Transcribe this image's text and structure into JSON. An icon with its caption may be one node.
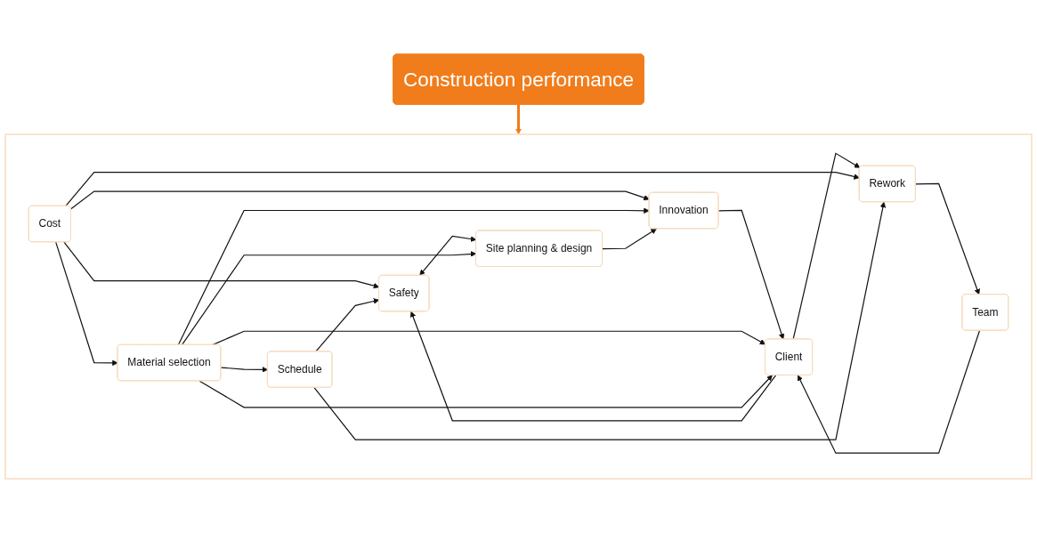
{
  "diagram": {
    "nodes": [
      {
        "text": [
          "Construction performance"
        ]
      },
      {
        "text": [],
        "shape": "box"
      },
      {
        "text": [
          "Safety"
        ],
        "in": 1
      },
      {
        "text": [
          "Client"
        ],
        "in": 1
      },
      {
        "text": [
          "Rework"
        ],
        "in": 1
      },
      {
        "text": [
          "Site planning & design"
        ],
        "in": 1
      },
      {
        "text": [
          "Material selection"
        ],
        "in": 1
      },
      {
        "text": [
          "Cost"
        ],
        "in": 1
      },
      {
        "text": [
          "Innovation"
        ],
        "in": 1
      },
      {
        "text": [
          "Team"
        ],
        "in": 1
      },
      {
        "text": [
          "Schedule"
        ],
        "in": 1
      }
    ],
    "edges": [
      {
        "from": 0,
        "to": 1,
        "arrow": "to",
        "style": "thick",
        "color": "#f07c1b"
      },
      {
        "from": 3,
        "to": 2,
        "arrow": "to"
      },
      {
        "from": 3,
        "to": 4,
        "arrow": "to"
      },
      {
        "from": 8,
        "to": 3,
        "arrow": "to"
      },
      {
        "from": 2,
        "to": 5,
        "arrow": "both"
      },
      {
        "from": 7,
        "to": 2,
        "arrow": "to"
      },
      {
        "from": 7,
        "to": 4,
        "arrow": "to"
      },
      {
        "from": 7,
        "to": 6,
        "arrow": "to"
      },
      {
        "from": 7,
        "to": 8,
        "arrow": "to"
      },
      {
        "from": 9,
        "to": 3,
        "arrow": "to"
      },
      {
        "from": 6,
        "to": 3,
        "arrow": "to"
      },
      {
        "from": 6,
        "to": 3,
        "arrow": "to"
      },
      {
        "from": 4,
        "to": 9,
        "arrow": "to"
      },
      {
        "from": 6,
        "to": 5,
        "arrow": "to"
      },
      {
        "from": 6,
        "to": 8,
        "arrow": "to"
      },
      {
        "from": 6,
        "to": 10,
        "arrow": "to"
      },
      {
        "from": 10,
        "to": 2,
        "arrow": "to"
      },
      {
        "from": 10,
        "to": 4,
        "arrow": "to"
      },
      {
        "from": 5,
        "to": 8,
        "arrow": "to"
      }
    ]
  }
}
